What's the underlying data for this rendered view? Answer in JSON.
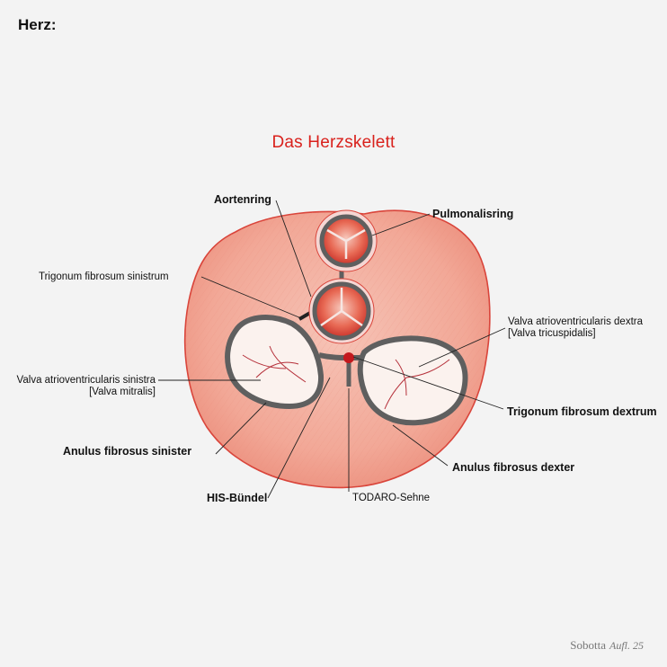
{
  "header": "Herz:",
  "title": "Das Herzskelett",
  "labels": {
    "aortenring": "Aortenring",
    "pulmonalisring": "Pulmonalisring",
    "trigonum_sinistrum": "Trigonum fibrosum sinistrum",
    "valva_dextra_line1": "Valva atrioventricularis dextra",
    "valva_dextra_line2": "[Valva tricuspidalis]",
    "valva_sinistra_line1": "Valva atrioventricularis sinistra",
    "valva_sinistra_line2": "[Valva mitralis]",
    "trigonum_dextrum": "Trigonum fibrosum dextrum",
    "anulus_sinister": "Anulus fibrosus sinister",
    "anulus_dexter": "Anulus fibrosus dexter",
    "his_buendel": "HIS-Bündel",
    "todaro": "TODARO-Sehne"
  },
  "footer": {
    "publisher": "Sobotta",
    "edition": "Aufl. 25"
  },
  "colors": {
    "title": "#d9211c",
    "muscle": "#f0a596",
    "muscle_edge": "#d9443a",
    "ring": "#6b6b6b"
  }
}
